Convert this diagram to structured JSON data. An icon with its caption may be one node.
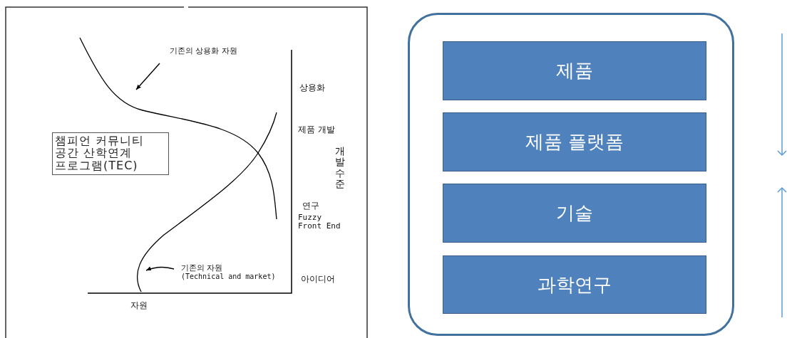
{
  "diagram": {
    "nodes": [
      {
        "text": [
          "기존의 상용화 자원"
        ]
      },
      {
        "text": [
          "기존의 자원",
          "(Technical and market)"
        ]
      },
      {
        "text": [
          "챔피언 커뮤니티 공간 산학연계 프로그램(TEC)"
        ]
      },
      {
        "text": [],
        "shape": "box"
      },
      {
        "text": [
          "제품"
        ],
        "in": 3
      },
      {
        "text": [
          "제품 플랫폼"
        ],
        "in": 3
      },
      {
        "text": [
          "기술"
        ],
        "in": 3
      },
      {
        "text": [
          "과학연구"
        ],
        "in": 3
      }
    ],
    "edges": [
      {
        "from": 0,
        "to": null,
        "arrow": "to"
      },
      {
        "from": 1,
        "to": null,
        "arrow": "to"
      }
    ],
    "labels": [
      "상용화",
      "제품 개발",
      "개발 수준",
      "연구",
      "Fuzzy Front End",
      "아이디어",
      "자원"
    ]
  }
}
